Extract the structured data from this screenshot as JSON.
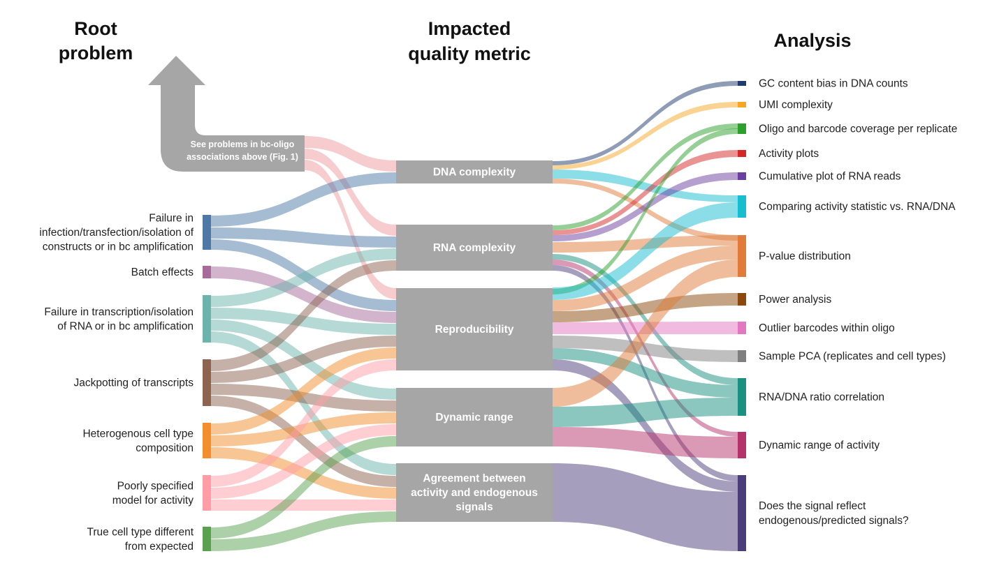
{
  "headers": {
    "root": [
      "Root",
      "problem"
    ],
    "metric": [
      "Impacted",
      "quality metric"
    ],
    "analysis": "Analysis"
  },
  "arrow_label": [
    "See problems in bc-oligo",
    "associations above (Fig. 1)"
  ],
  "root_nodes": [
    {
      "id": "failure-infection",
      "lines": [
        "Failure in",
        "infection/transfection/isolation of",
        "constructs or in bc amplification"
      ],
      "color": "#4e79a7"
    },
    {
      "id": "batch-effects",
      "lines": [
        "Batch effects"
      ],
      "color": "#a66b9a"
    },
    {
      "id": "failure-transcription",
      "lines": [
        "Failure in transcription/isolation",
        "of RNA or in bc amplification"
      ],
      "color": "#6bb3ab"
    },
    {
      "id": "jackpotting",
      "lines": [
        "Jackpotting of transcripts"
      ],
      "color": "#8c6450"
    },
    {
      "id": "heterogenous",
      "lines": [
        "Heterogenous cell type",
        "composition"
      ],
      "color": "#f28e2b"
    },
    {
      "id": "poorly-specified",
      "lines": [
        "Poorly specified",
        "model for activity"
      ],
      "color": "#ff9da7"
    },
    {
      "id": "true-cell-type",
      "lines": [
        "True cell type different",
        "from expected"
      ],
      "color": "#59a14f"
    }
  ],
  "metric_nodes": [
    {
      "id": "dna-complexity",
      "lines": [
        "DNA complexity"
      ]
    },
    {
      "id": "rna-complexity",
      "lines": [
        "RNA complexity"
      ]
    },
    {
      "id": "reproducibility",
      "lines": [
        "Reproducibility"
      ]
    },
    {
      "id": "dynamic-range",
      "lines": [
        "Dynamic range"
      ]
    },
    {
      "id": "agreement",
      "lines": [
        "Agreement between",
        "activity and endogenous",
        "signals"
      ]
    }
  ],
  "analysis_nodes": [
    {
      "id": "gc-content",
      "lines": [
        "GC content bias in DNA counts"
      ],
      "color": "#1f3a6e"
    },
    {
      "id": "umi",
      "lines": [
        "UMI complexity"
      ],
      "color": "#f5a623"
    },
    {
      "id": "oligo-coverage",
      "lines": [
        "Oligo and barcode coverage per replicate"
      ],
      "color": "#2ca02c"
    },
    {
      "id": "activity-plots",
      "lines": [
        "Activity plots"
      ],
      "color": "#d62728"
    },
    {
      "id": "cumulative",
      "lines": [
        "Cumulative plot of RNA reads"
      ],
      "color": "#6a3fa0"
    },
    {
      "id": "comparing",
      "lines": [
        "Comparing activity statistic vs. RNA/DNA"
      ],
      "color": "#17becf"
    },
    {
      "id": "pvalue",
      "lines": [
        "P-value distribution"
      ],
      "color": "#e07b39"
    },
    {
      "id": "power",
      "lines": [
        "Power analysis"
      ],
      "color": "#8b4a0b"
    },
    {
      "id": "outlier",
      "lines": [
        "Outlier barcodes within oligo"
      ],
      "color": "#e377c2"
    },
    {
      "id": "pca",
      "lines": [
        "Sample PCA (replicates and cell types)"
      ],
      "color": "#7f7f7f"
    },
    {
      "id": "ratio-corr",
      "lines": [
        "RNA/DNA ratio correlation"
      ],
      "color": "#1a9080"
    },
    {
      "id": "dynamic-activity",
      "lines": [
        "Dynamic range of activity"
      ],
      "color": "#b5336b"
    },
    {
      "id": "signal",
      "lines": [
        "Does the signal reflect",
        "endogenous/predicted signals?"
      ],
      "color": "#4b3d7a"
    }
  ],
  "colors": {
    "metric_node": "#a6a6a6",
    "arrow": "#a6a6a6",
    "arrow_flow": "#ef9a9e"
  }
}
